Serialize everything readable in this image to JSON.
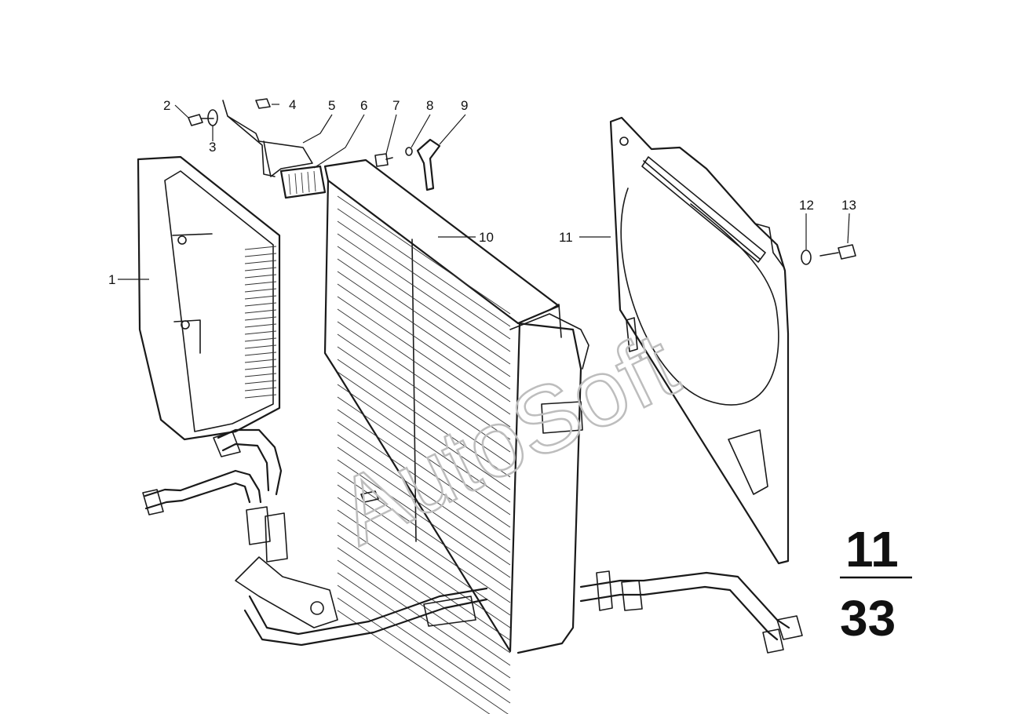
{
  "diagram": {
    "watermark": "AutoSoft",
    "group_number": {
      "top": "11",
      "bottom": "33"
    },
    "part_labels": [
      {
        "id": "1",
        "text": "1"
      },
      {
        "id": "2",
        "text": "2"
      },
      {
        "id": "3",
        "text": "3"
      },
      {
        "id": "4",
        "text": "4"
      },
      {
        "id": "5",
        "text": "5"
      },
      {
        "id": "6",
        "text": "6"
      },
      {
        "id": "7",
        "text": "7"
      },
      {
        "id": "8",
        "text": "8"
      },
      {
        "id": "9",
        "text": "9"
      },
      {
        "id": "10",
        "text": "10"
      },
      {
        "id": "11",
        "text": "11"
      },
      {
        "id": "12",
        "text": "12"
      },
      {
        "id": "13",
        "text": "13"
      }
    ]
  }
}
